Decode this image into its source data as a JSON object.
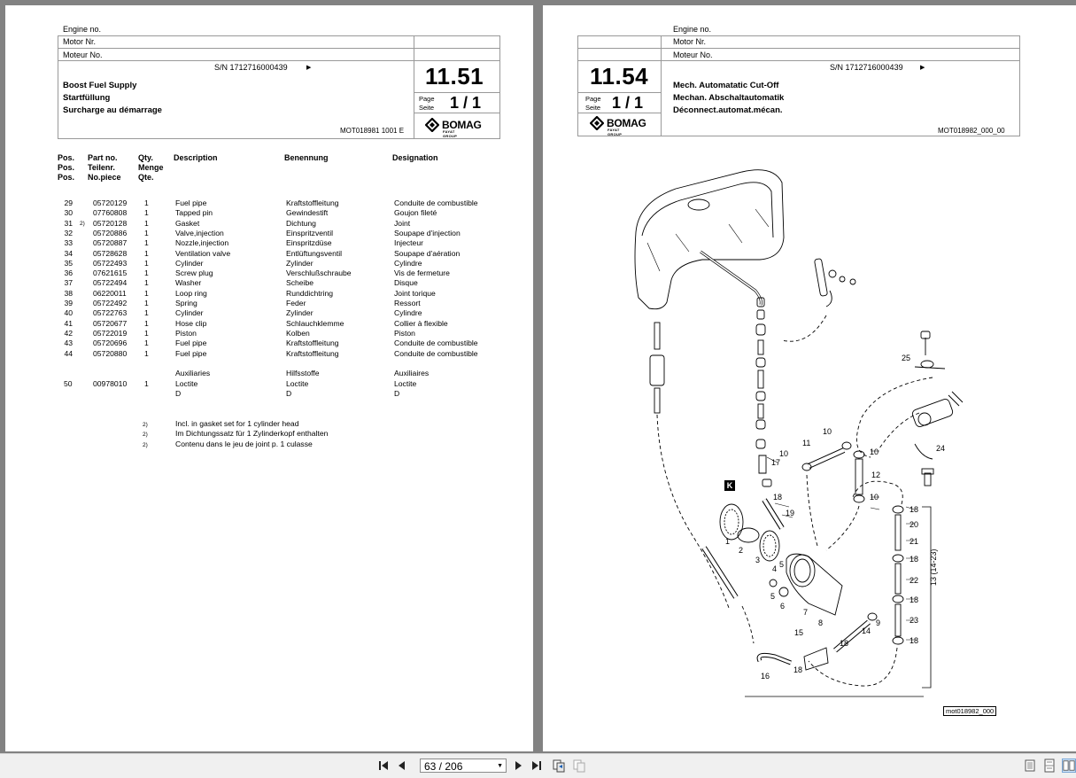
{
  "left_page": {
    "header": {
      "engine_no": "Engine no.",
      "motor_nr": "Motor Nr.",
      "moteur_no": "Moteur No.",
      "serial": "S/N 1712716000439",
      "serial_arrow": "▶",
      "section_number": "11.51",
      "title_en": "Boost Fuel Supply",
      "title_de": "Startfüllung",
      "title_fr": "Surcharge au démarrage",
      "page_label_en": "Page",
      "page_label_de": "Seite",
      "page_value": "1  /  1",
      "doc_code": "MOT018981 1001 E",
      "logo_text": "BOMAG",
      "logo_sub": "FAYAT GROUP"
    },
    "columns": {
      "pos": [
        "Pos.",
        "Pos.",
        "Pos."
      ],
      "part": [
        "Part no.",
        "Teilenr.",
        "No.piece"
      ],
      "qty": [
        "Qty.",
        "Menge",
        "Qte."
      ],
      "description": "Description",
      "benennung": "Benennung",
      "designation": "Designation"
    },
    "rows": [
      {
        "pos": "29",
        "note": "",
        "part": "05720129",
        "qty": "1",
        "en": "Fuel pipe",
        "de": "Kraftstoffleitung",
        "fr": "Conduite de combustible"
      },
      {
        "pos": "30",
        "note": "",
        "part": "07760808",
        "qty": "1",
        "en": "Tapped pin",
        "de": "Gewindestift",
        "fr": "Goujon fileté"
      },
      {
        "pos": "31",
        "note": "2)",
        "part": "05720128",
        "qty": "1",
        "en": "Gasket",
        "de": "Dichtung",
        "fr": "Joint"
      },
      {
        "pos": "32",
        "note": "",
        "part": "05720886",
        "qty": "1",
        "en": "Valve,injection",
        "de": "Einspritzventil",
        "fr": "Soupape d'injection"
      },
      {
        "pos": "33",
        "note": "",
        "part": "05720887",
        "qty": "1",
        "en": "Nozzle,injection",
        "de": "Einspritzdüse",
        "fr": "Injecteur"
      },
      {
        "pos": "34",
        "note": "",
        "part": "05728628",
        "qty": "1",
        "en": "Ventilation valve",
        "de": "Entlüftungsventil",
        "fr": "Soupape d'aération"
      },
      {
        "pos": "35",
        "note": "",
        "part": "05722493",
        "qty": "1",
        "en": "Cylinder",
        "de": "Zylinder",
        "fr": "Cylindre"
      },
      {
        "pos": "36",
        "note": "",
        "part": "07621615",
        "qty": "1",
        "en": "Screw plug",
        "de": "Verschlußschraube",
        "fr": "Vis de fermeture"
      },
      {
        "pos": "37",
        "note": "",
        "part": "05722494",
        "qty": "1",
        "en": "Washer",
        "de": "Scheibe",
        "fr": "Disque"
      },
      {
        "pos": "38",
        "note": "",
        "part": "06220011",
        "qty": "1",
        "en": "Loop ring",
        "de": "Runddichtring",
        "fr": "Joint torique"
      },
      {
        "pos": "39",
        "note": "",
        "part": "05722492",
        "qty": "1",
        "en": "Spring",
        "de": "Feder",
        "fr": "Ressort"
      },
      {
        "pos": "40",
        "note": "",
        "part": "05722763",
        "qty": "1",
        "en": "Cylinder",
        "de": "Zylinder",
        "fr": "Cylindre"
      },
      {
        "pos": "41",
        "note": "",
        "part": "05720677",
        "qty": "1",
        "en": "Hose clip",
        "de": "Schlauchklemme",
        "fr": "Collier à flexible"
      },
      {
        "pos": "42",
        "note": "",
        "part": "05722019",
        "qty": "1",
        "en": "Piston",
        "de": "Kolben",
        "fr": "Piston"
      },
      {
        "pos": "43",
        "note": "",
        "part": "05720696",
        "qty": "1",
        "en": "Fuel pipe",
        "de": "Kraftstoffleitung",
        "fr": "Conduite de combustible"
      },
      {
        "pos": "44",
        "note": "",
        "part": "05720880",
        "qty": "1",
        "en": "Fuel pipe",
        "de": "Kraftstoffleitung",
        "fr": "Conduite de combustible"
      }
    ],
    "aux_heading": {
      "en": "Auxiliaries",
      "de": "Hilfsstoffe",
      "fr": "Auxiliaires"
    },
    "aux_row": {
      "pos": "50",
      "part": "00978010",
      "qty": "1",
      "en": "Loctite",
      "de": "Loctite",
      "fr": "Loctite"
    },
    "aux_d": {
      "en": "D",
      "de": "D",
      "fr": "D"
    },
    "footnotes": [
      {
        "mark": "2)",
        "text": "Incl. in gasket set for 1 cylinder head"
      },
      {
        "mark": "2)",
        "text": "Im Dichtungssatz für 1 Zylinderkopf enthalten"
      },
      {
        "mark": "2)",
        "text": "Contenu dans le jeu de joint p. 1 culasse"
      }
    ]
  },
  "right_page": {
    "header": {
      "engine_no": "Engine no.",
      "motor_nr": "Motor Nr.",
      "moteur_no": "Moteur No.",
      "serial": "S/N 1712716000439",
      "serial_arrow": "▶",
      "section_number": "11.54",
      "title_en": "Mech. Automatatic Cut-Off",
      "title_de": "Mechan. Abschaltautomatik",
      "title_fr": "Déconnect.automat.mécan.",
      "page_label_en": "Page",
      "page_label_de": "Seite",
      "page_value": "1  /  1",
      "doc_code": "MOT018982_000_00",
      "logo_text": "BOMAG",
      "logo_sub": "FAYAT GROUP"
    },
    "diagram": {
      "detail_marker": "K",
      "image_code": "mot018982_000",
      "callouts": {
        "c1": "1",
        "c2": "2",
        "c3": "3",
        "c4": "4",
        "c5": "5",
        "c5b": "5",
        "c6": "6",
        "c7": "7",
        "c8": "8",
        "c9": "9",
        "c10a": "10",
        "c10b": "10",
        "c10c": "10",
        "c10d": "10",
        "c11": "11",
        "c12": "12",
        "c13": "13 (14-23)",
        "c14": "14",
        "c15": "15",
        "c16": "16",
        "c17": "17",
        "c18a": "18",
        "c18b": "18",
        "c18c": "18",
        "c18d": "18",
        "c18e": "18",
        "c18f": "18",
        "c18g": "18",
        "c19": "19",
        "c20": "20",
        "c21": "21",
        "c22": "22",
        "c23": "23",
        "c24": "24",
        "c25": "25"
      }
    }
  },
  "toolbar": {
    "page_field": "63 / 206",
    "icons": [
      "first-page-icon",
      "previous-page-icon",
      "next-page-icon",
      "last-page-icon",
      "go-back-icon",
      "go-forward-icon",
      "single-page-view-icon",
      "continuous-view-icon",
      "two-page-view-icon"
    ]
  }
}
